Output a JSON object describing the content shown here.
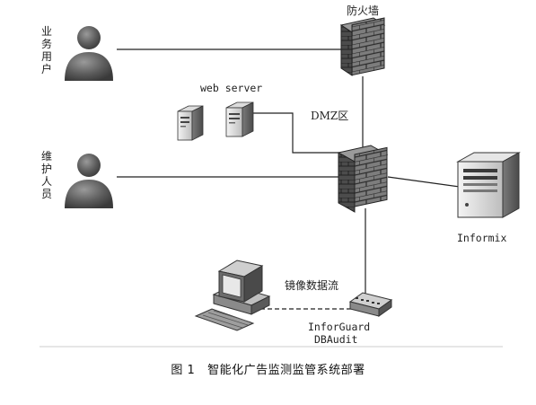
{
  "nodes": {
    "business_users": "业务用户",
    "maintenance_staff": "维护人员",
    "firewall": "防火墙",
    "web_server": "web server",
    "dmz": "DMZ区",
    "informix": "Informix",
    "mirror_flow": "镜像数据流",
    "inforguard_line1": "InforGuard",
    "inforguard_line2": "DBAudit"
  },
  "caption": {
    "figure_no": "图 1",
    "title": "智能化广告监测监管系统部署"
  },
  "icons": [
    "user-icon",
    "firewall-icon",
    "server-icon",
    "computer-icon",
    "audit-device-icon"
  ],
  "colors": {
    "line": "#222222",
    "icon_dark": "#555555",
    "icon_mid": "#888888"
  }
}
